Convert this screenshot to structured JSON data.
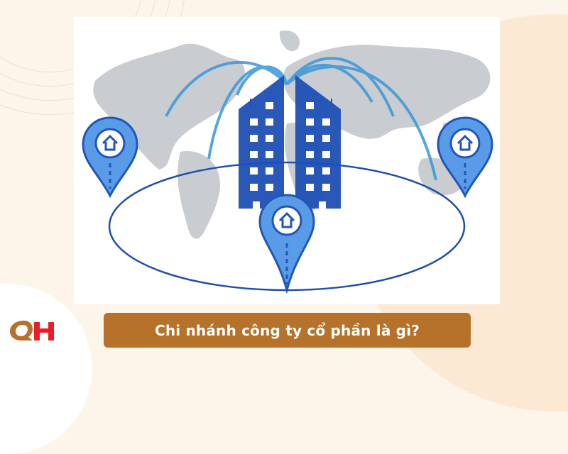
{
  "caption": {
    "title": "Chi nhánh công ty cổ phần là gì?"
  },
  "logo": {
    "text": "QH",
    "left_letter": "Q",
    "right_letter": "H",
    "left_color": "#b6712a",
    "right_color": "#e5202c"
  },
  "illustration": {
    "subject": "two-buildings-world-map-branch-network",
    "pins": [
      "left-pin",
      "right-pin",
      "bottom-pin"
    ],
    "colors": {
      "building": "#1e4fb5",
      "pin_fill": "#5a9be8",
      "pin_stroke": "#1f57b8",
      "arc": "#3a96d8",
      "map": "#c9cdd1",
      "ellipse": "#1f4fa6"
    }
  },
  "colors": {
    "background": "#fdf5ea",
    "caption_bg": "#b6712a",
    "caption_text": "#ffffff"
  }
}
